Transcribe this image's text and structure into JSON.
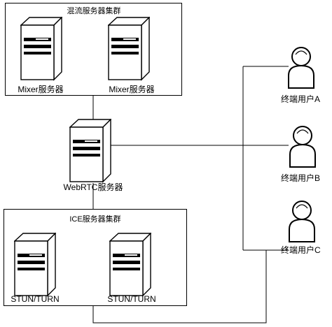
{
  "mixer_cluster": {
    "title": "混流服务器集群",
    "servers": [
      {
        "label": "Mixer服务器",
        "icon": "server-icon"
      },
      {
        "label": "Mixer服务器",
        "icon": "server-icon"
      }
    ]
  },
  "webrtc_server": {
    "label": "WebRTC服务器",
    "icon": "server-icon"
  },
  "ice_cluster": {
    "title": "ICE服务器集群",
    "servers": [
      {
        "label": "STUN/TURN",
        "icon": "server-icon"
      },
      {
        "label": "STUN/TURN",
        "icon": "server-icon"
      }
    ]
  },
  "users": [
    {
      "label": "终端用户A",
      "icon": "user-icon"
    },
    {
      "label": "终端用户B",
      "icon": "user-icon"
    },
    {
      "label": "终端用户C",
      "icon": "user-icon"
    }
  ]
}
